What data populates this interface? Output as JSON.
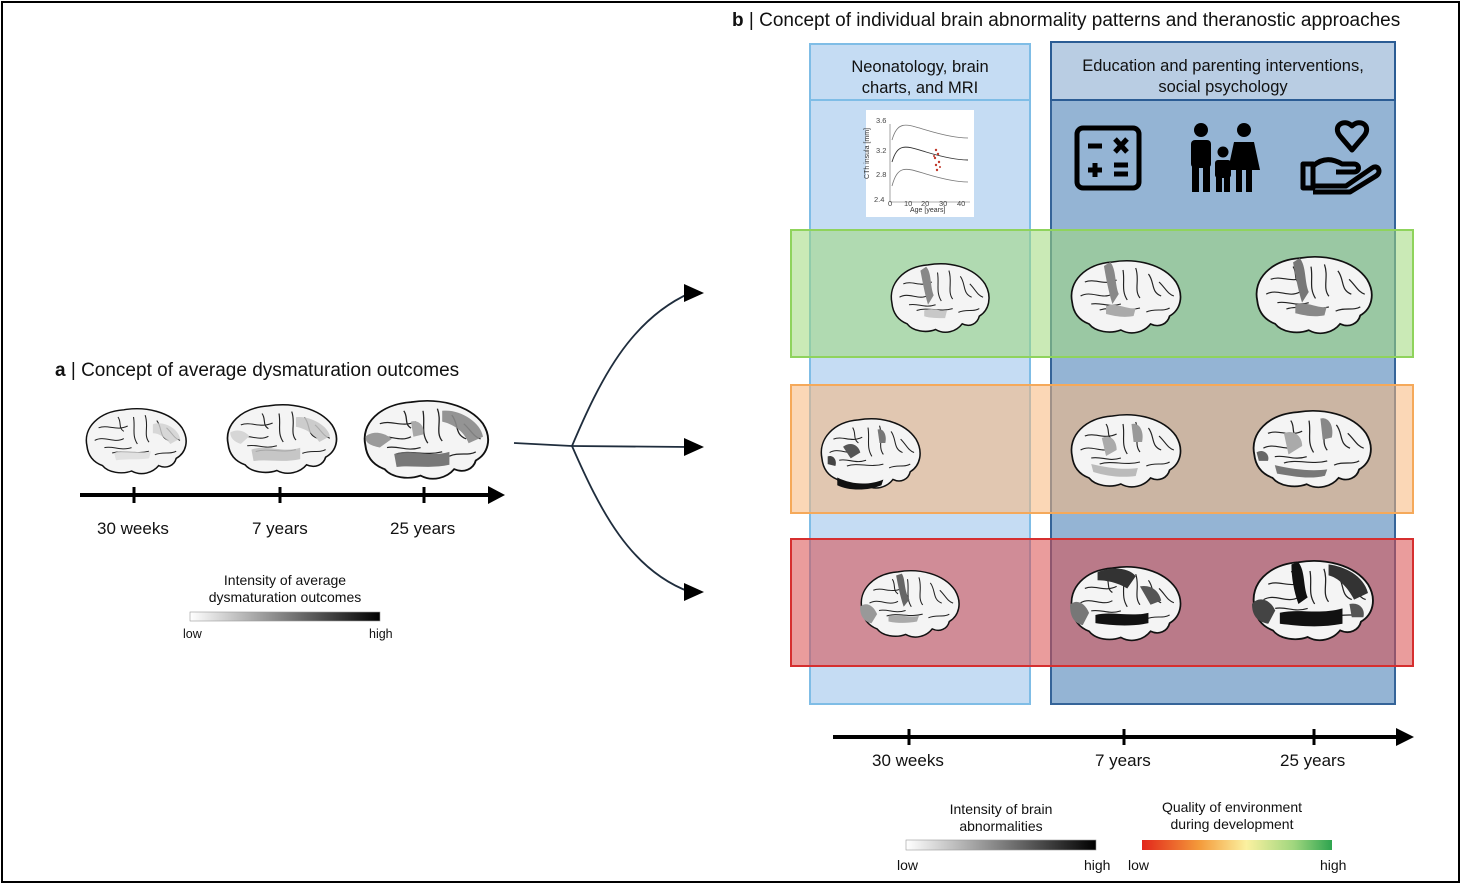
{
  "panel_a": {
    "label": "a",
    "title": "Concept of average dysmaturation outcomes",
    "timeline": [
      "30 weeks",
      "7 years",
      "25 years"
    ],
    "legend": {
      "title_line1": "Intensity of average",
      "title_line2": "dysmaturation outcomes",
      "low": "low",
      "high": "high"
    }
  },
  "panel_b": {
    "label": "b",
    "title": "Concept of individual brain abnormality patterns and theranostic approaches",
    "column_left": {
      "line1": "Neonatology, brain",
      "line2": "charts, and MRI"
    },
    "column_right": {
      "line1": "Education and parenting interventions,",
      "line2": "social psychology"
    },
    "icons": [
      "calculator-icon",
      "family-icon",
      "caring-hand-heart-icon"
    ],
    "inset_chart": {
      "ylabel": "CTh insula [mm]",
      "xlabel": "Age [years]",
      "yticks": [
        "3.6",
        "3.2",
        "2.8",
        "2.4"
      ],
      "xticks": [
        "0",
        "10",
        "20",
        "30",
        "40"
      ]
    },
    "rows": [
      "green",
      "orange",
      "red"
    ],
    "timeline": [
      "30 weeks",
      "7 years",
      "25 years"
    ],
    "legend_intensity": {
      "title_line1": "Intensity of brain",
      "title_line2": "abnormalities",
      "low": "low",
      "high": "high"
    },
    "legend_environment": {
      "title_line1": "Quality of environment",
      "title_line2": "during development",
      "low": "low",
      "high": "high"
    }
  },
  "colors": {
    "row_green": "#9ed97a",
    "row_orange": "#f7b77a",
    "row_red": "#d94a4a",
    "col_left": "#c5dcf3",
    "col_right": "#8fb0d2",
    "arrow": "#1f2d3d"
  }
}
